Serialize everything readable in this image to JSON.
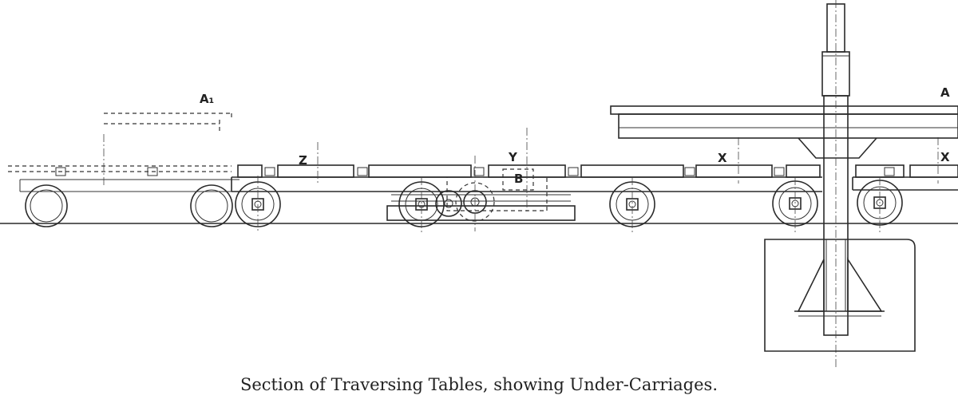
{
  "caption": "Section of Traversing Tables, showing Under-Carriages.",
  "labels": {
    "a1": "A₁",
    "a": "A",
    "z": "Z",
    "y": "Y",
    "b": "B",
    "x_left": "X",
    "x_right": "X"
  }
}
